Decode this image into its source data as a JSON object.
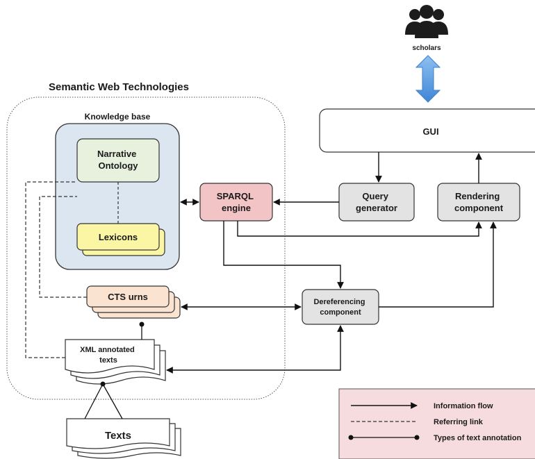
{
  "scholars": {
    "label": "scholars"
  },
  "section_title": "Semantic Web Technologies",
  "knowledge_base": {
    "title": "Knowledge base"
  },
  "nodes": {
    "narrative_ontology": [
      "Narrative",
      "Ontology"
    ],
    "lexicons": "Lexicons",
    "sparql_engine": [
      "SPARQL",
      "engine"
    ],
    "gui": "GUI",
    "query_generator": [
      "Query",
      "generator"
    ],
    "rendering_component": [
      "Rendering",
      "component"
    ],
    "cts_urns": "CTS urns",
    "dereferencing_component": [
      "Dereferencing",
      "component"
    ],
    "xml_annotated_texts": [
      "XML annotated",
      "texts"
    ],
    "texts": "Texts"
  },
  "legend": {
    "information_flow": "Information flow",
    "referring_link": "Referring link",
    "text_annotation": "Types of text annotation"
  },
  "colors": {
    "knowledge_base_fill": "#dce6f0",
    "ontology_fill": "#e8f1de",
    "lexicons_fill": "#faf6a4",
    "sparql_fill": "#f2c4c6",
    "component_fill": "#e3e3e3",
    "cts_fill": "#fbe3d2",
    "legend_fill": "#f6dcdf",
    "scholars_arrow": "#5a9be0"
  }
}
